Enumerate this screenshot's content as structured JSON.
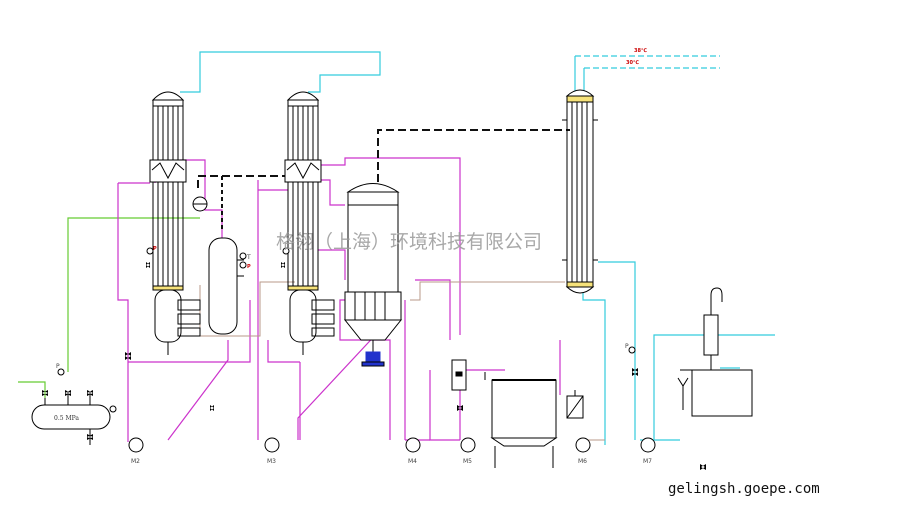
{
  "watermark": "格翎（上海）环境科技有限公司",
  "website": "gelingsh.goepe.com",
  "temperatures": {
    "t_top": "38℃",
    "t_bottom": "30℃"
  },
  "tank_pressure": "0.5  MPa",
  "gauge_labels": {
    "pressure": "P",
    "temperature": "T"
  },
  "pumps": [
    "M2",
    "M3",
    "M4",
    "M5",
    "M6",
    "M7"
  ],
  "colors": {
    "equipment": "#000000",
    "steam": "#cc33cc",
    "cooling_water": "#33ccdd",
    "compressed_air": "#66cc33",
    "vapor": "#111111",
    "condensate": "#b89a8a",
    "pump_motor": "#2233cc"
  }
}
